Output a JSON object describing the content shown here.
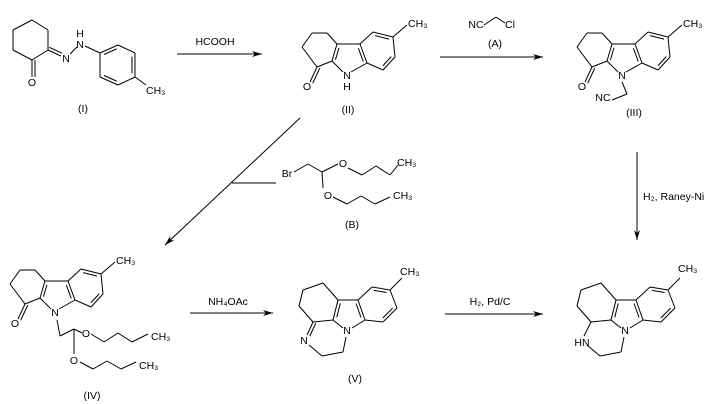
{
  "compounds": {
    "I": {
      "label": "(I)",
      "atoms": {
        "O": "O",
        "N1": "N",
        "N2": "N",
        "H": "H",
        "CH3": "CH₃"
      }
    },
    "II": {
      "label": "(II)",
      "atoms": {
        "O": "O",
        "N": "N",
        "H": "H",
        "CH3": "CH₃"
      }
    },
    "III": {
      "label": "(III)",
      "atoms": {
        "O": "O",
        "N": "N",
        "NC": "NC",
        "CH3": "CH₃"
      }
    },
    "IV": {
      "label": "(IV)",
      "atoms": {
        "O": "O",
        "N": "N",
        "O1": "O",
        "O2": "O",
        "CH3a": "CH₃",
        "CH3b": "CH₃",
        "CH3": "CH₃"
      }
    },
    "V": {
      "label": "(V)",
      "atoms": {
        "N_imine": "N",
        "N": "N",
        "CH3": "CH₃"
      }
    },
    "VI": {
      "atoms": {
        "HN": "HN",
        "N": "N",
        "CH3": "CH₃"
      }
    }
  },
  "reagents": {
    "A": {
      "label": "(A)",
      "NC": "NC",
      "Cl": "Cl"
    },
    "B": {
      "label": "(B)",
      "Br": "Br",
      "O1": "O",
      "O2": "O",
      "CH3a": "CH₃",
      "CH3b": "CH₃"
    }
  },
  "arrows": {
    "step1": "HCOOH",
    "step2": "",
    "step3": "H₂, Raney-Ni",
    "step4": "NH₄OAc",
    "step5": "H₂, Pd/C"
  },
  "colors": {
    "ink": "#000000",
    "background": "#ffffff"
  }
}
